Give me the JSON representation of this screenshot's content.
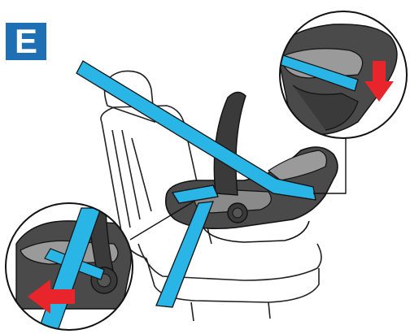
{
  "step": {
    "letter": "E"
  },
  "colors": {
    "belt": "#29b6e6",
    "badge": "#1f6fb5",
    "arrow": "#e8252b",
    "seat_shell": "#4a4a4a",
    "seat_light": "#9a9a9a",
    "outline": "#222222"
  },
  "icons": {
    "step_badge": "letter-e-badge",
    "belt": "vehicle-seat-belt",
    "arrow_top": "arrow-down-icon",
    "arrow_bottom": "arrow-left-icon"
  }
}
